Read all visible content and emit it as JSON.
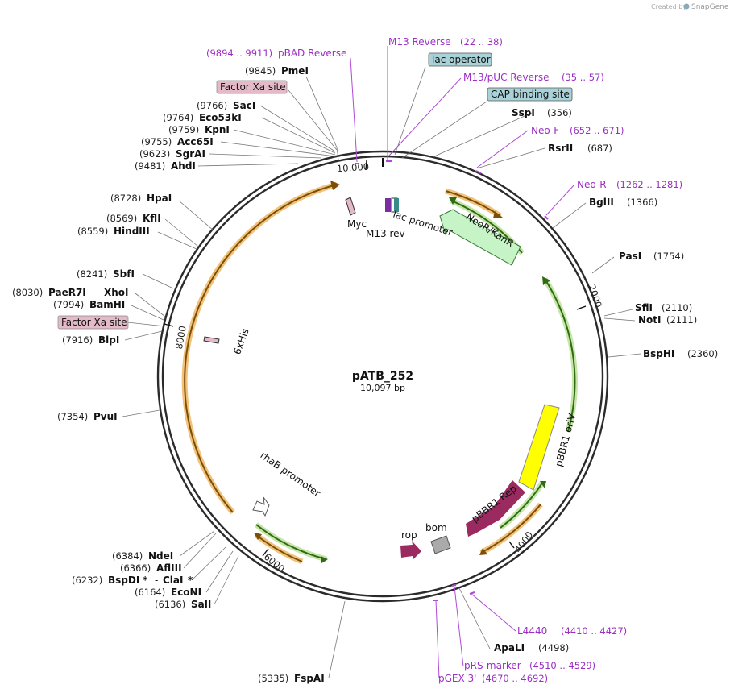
{
  "credit": {
    "prefix": "Created by",
    "brand": "SnapGene"
  },
  "plasmid": {
    "name": "pATB_252",
    "length": "10,097 bp"
  },
  "ticks": {
    "t10000": "10,000",
    "t2000": "2000",
    "t4000": "4000",
    "t6000": "6000",
    "t8000": "8000"
  },
  "enzymes": {
    "pmeI": {
      "name": "PmeI",
      "pos": "(9845)"
    },
    "sacI": {
      "name": "SacI",
      "pos": "(9766)"
    },
    "eco53kI": {
      "name": "Eco53kI",
      "pos": "(9764)"
    },
    "kpnI": {
      "name": "KpnI",
      "pos": "(9759)"
    },
    "acc65I": {
      "name": "Acc65I",
      "pos": "(9755)"
    },
    "sgrAI": {
      "name": "SgrAI",
      "pos": "(9623)"
    },
    "ahdI": {
      "name": "AhdI",
      "pos": "(9481)"
    },
    "hpaI": {
      "name": "HpaI",
      "pos": "(8728)"
    },
    "kflI": {
      "name": "KflI",
      "pos": "(8569)"
    },
    "hindIII": {
      "name": "HindIII",
      "pos": "(8559)"
    },
    "sbfI": {
      "name": "SbfI",
      "pos": "(8241)"
    },
    "paeR7I": {
      "name": "PaeR7I",
      "pos": "(8030)",
      "sep": "-",
      "partner": "XhoI"
    },
    "bamHI": {
      "name": "BamHI",
      "pos": "(7994)"
    },
    "blpI": {
      "name": "BlpI",
      "pos": "(7916)"
    },
    "pvuI": {
      "name": "PvuI",
      "pos": "(7354)"
    },
    "ndeI": {
      "name": "NdeI",
      "pos": "(6384)"
    },
    "aflIII": {
      "name": "AflIII",
      "pos": "(6366)"
    },
    "bspDI": {
      "name": "BspDI",
      "star1": "*",
      "sep": "-",
      "partner": "ClaI",
      "star2": "*",
      "pos": "(6232)"
    },
    "ecoNI": {
      "name": "EcoNI",
      "pos": "(6164)"
    },
    "salI": {
      "name": "SalI",
      "pos": "(6136)"
    },
    "fspAI": {
      "name": "FspAI",
      "pos": "(5335)"
    },
    "apaLI": {
      "name": "ApaLI",
      "pos": "(4498)"
    },
    "sspI": {
      "name": "SspI",
      "pos": "(356)"
    },
    "rsrII": {
      "name": "RsrII",
      "pos": "(687)"
    },
    "bglII": {
      "name": "BglII",
      "pos": "(1366)"
    },
    "pasI": {
      "name": "PasI",
      "pos": "(1754)"
    },
    "sfiI": {
      "name": "SfiI",
      "pos": "(2110)"
    },
    "notI": {
      "name": "NotI",
      "pos": "(2111)"
    },
    "bspHI": {
      "name": "BspHI",
      "pos": "(2360)"
    }
  },
  "primers": {
    "pbadRev": {
      "name": "pBAD Reverse",
      "range": "(9894 .. 9911)"
    },
    "m13Rev": {
      "name": "M13 Reverse",
      "range": "(22 .. 38)"
    },
    "m13puc": {
      "name": "M13/pUC Reverse",
      "range": "(35 .. 57)"
    },
    "neoF": {
      "name": "Neo-F",
      "range": "(652 .. 671)"
    },
    "neoR": {
      "name": "Neo-R",
      "range": "(1262 .. 1281)"
    },
    "l4440": {
      "name": "L4440",
      "range": "(4410 .. 4427)"
    },
    "prs": {
      "name": "pRS-marker",
      "range": "(4510 .. 4529)"
    },
    "pgex": {
      "name": "pGEX 3'",
      "range": "(4670 .. 4692)"
    }
  },
  "boxed": {
    "factorXa1": "Factor Xa site",
    "factorXa2": "Factor Xa site",
    "lacOperator": "lac operator",
    "cap": "CAP binding site"
  },
  "features": {
    "neoR": "NeoR/KanR",
    "pbbr1ori": "pBBR1 oriV",
    "pbbr1rep": "pBBR1 Rep",
    "rop": "rop",
    "bom": "bom",
    "rhaB": "rhaB promoter",
    "lacPromoter": "lac promoter",
    "m13rev": "M13 rev",
    "myc": "Myc",
    "his": "6xHis"
  },
  "colors": {
    "backbone": "#2b2b2b",
    "primer": "#9b2fc4",
    "orange": "#e8a33a",
    "green": "#5aa02c",
    "neoFill": "#c6f4c6",
    "yellow": "#ffff00",
    "rep": "#9a2a5f",
    "boxBlue": "#a9d2d8",
    "boxPink": "#e4b9c8"
  }
}
